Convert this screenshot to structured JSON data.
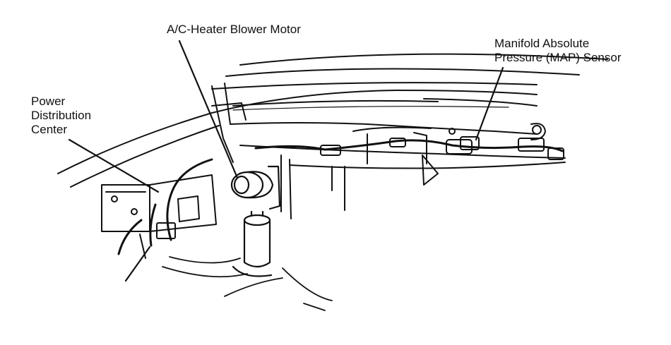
{
  "labels": {
    "blower_motor": "A/C-Heater Blower Motor",
    "map_sensor_line1": "Manifold Absolute",
    "map_sensor_line2": "Pressure (MAP) Sensor",
    "pdc_line1": "Power",
    "pdc_line2": "Distribution",
    "pdc_line3": "Center"
  }
}
